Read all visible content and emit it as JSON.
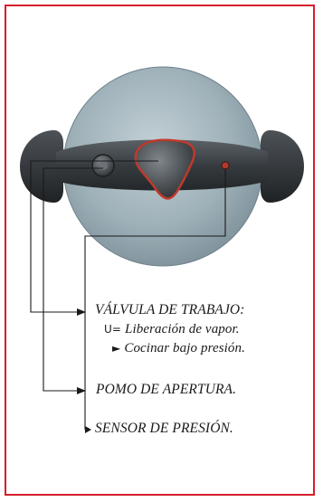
{
  "labels": {
    "working_valve": "VÁLVULA DE TRABAJO:",
    "steam_release": "Liberación de vapor.",
    "steam_release_icon": "steam-icon",
    "cook_under_pressure": "Cocinar bajo presión.",
    "cook_under_pressure_icon": "triangle-pointer-icon",
    "opening_knob": "POMO DE APERTURA.",
    "pressure_sensor": "SENSOR DE PRESIÓN."
  },
  "colors": {
    "frame": "#d61e2b",
    "lid": "#97a9b1",
    "handle": "#3b3f43",
    "valve_rim": "#c0392b",
    "leader_lines": "#1a1a1a"
  }
}
